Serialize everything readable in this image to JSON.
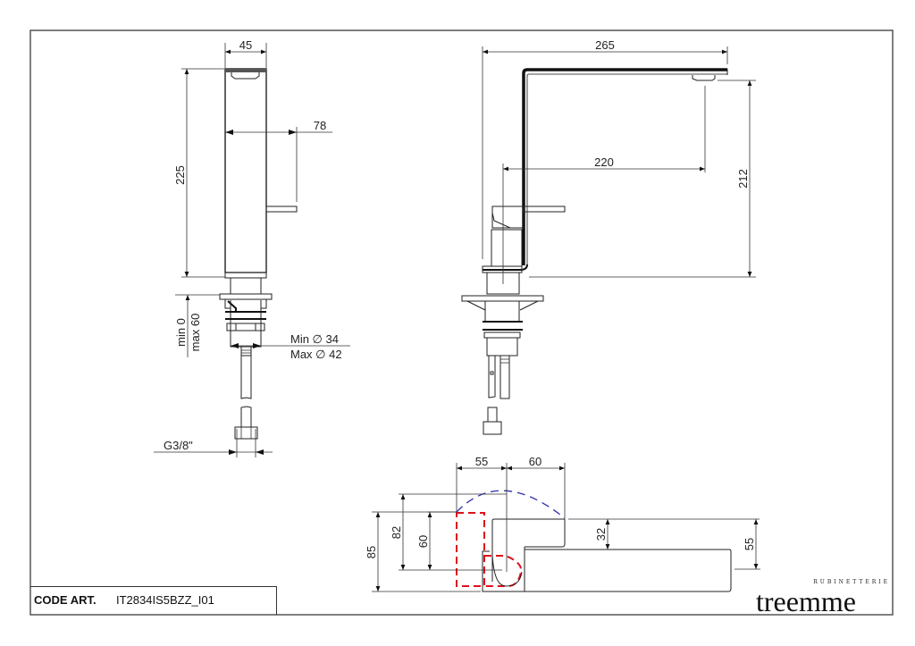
{
  "drawing": {
    "front_view": {
      "width_dim": "45",
      "height_dim": "225",
      "lever_dim": "78",
      "deck_thickness_min": "min 0",
      "deck_thickness_max": "max 60",
      "hole_min": "Min ∅  34",
      "hole_max": "Max ∅ 42",
      "connection": "G3/8\""
    },
    "side_view": {
      "reach_dim": "265",
      "spout_center_dim": "220",
      "spout_height_dim": "212"
    },
    "plan_view": {
      "dim_top_left": "55",
      "dim_top_right": "60",
      "dim_85": "85",
      "dim_82": "82",
      "dim_60": "60",
      "dim_32": "32",
      "dim_55_right": "55",
      "colors": {
        "rotation_arc": "#2f2fb0",
        "lever_sweep": "#e0101a"
      }
    }
  },
  "title_block": {
    "code_label": "CODE ART.",
    "code_value": "IT2834IS5BZZ_I01"
  },
  "logo": {
    "brand": "treemme",
    "subtitle": "RUBINETTERIE"
  }
}
